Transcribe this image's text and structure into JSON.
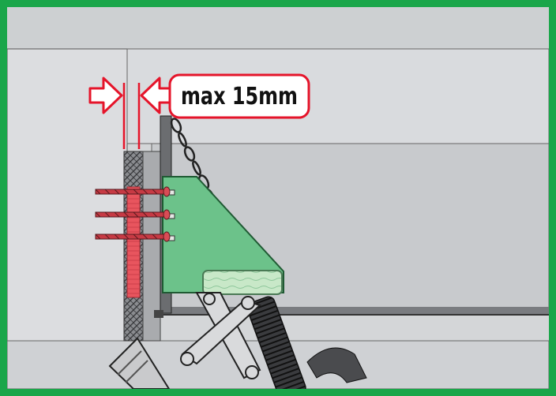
{
  "callout": {
    "label": "max 15mm"
  },
  "colors": {
    "frame": "#1aa64a",
    "bracket": "#6cc28a",
    "measure_arrow": "#e5142a",
    "gap_marker": "#e8555e",
    "background": "#d4d6d8"
  },
  "icons": {
    "left_arrow": "arrow-right-outline",
    "right_arrow": "arrow-left-outline"
  }
}
